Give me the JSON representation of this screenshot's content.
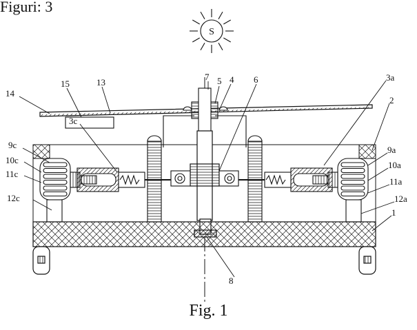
{
  "header": {
    "text": "Figuri: 3"
  },
  "caption": "Fig. 1",
  "sun": {
    "label": "S"
  },
  "labels": [
    {
      "id": "1",
      "text": "1"
    },
    {
      "id": "2",
      "text": "2"
    },
    {
      "id": "3a",
      "text": "3a"
    },
    {
      "id": "3c",
      "text": "3c"
    },
    {
      "id": "4",
      "text": "4"
    },
    {
      "id": "5",
      "text": "5"
    },
    {
      "id": "6",
      "text": "6"
    },
    {
      "id": "7",
      "text": "7"
    },
    {
      "id": "8",
      "text": "8"
    },
    {
      "id": "9a",
      "text": "9a"
    },
    {
      "id": "9c",
      "text": "9c"
    },
    {
      "id": "10a",
      "text": "10a"
    },
    {
      "id": "10c",
      "text": "10c"
    },
    {
      "id": "11a",
      "text": "11a"
    },
    {
      "id": "11c",
      "text": "11c"
    },
    {
      "id": "12a",
      "text": "12a"
    },
    {
      "id": "12c",
      "text": "12c"
    },
    {
      "id": "13",
      "text": "13"
    },
    {
      "id": "14",
      "text": "14"
    },
    {
      "id": "15",
      "text": "15"
    }
  ]
}
